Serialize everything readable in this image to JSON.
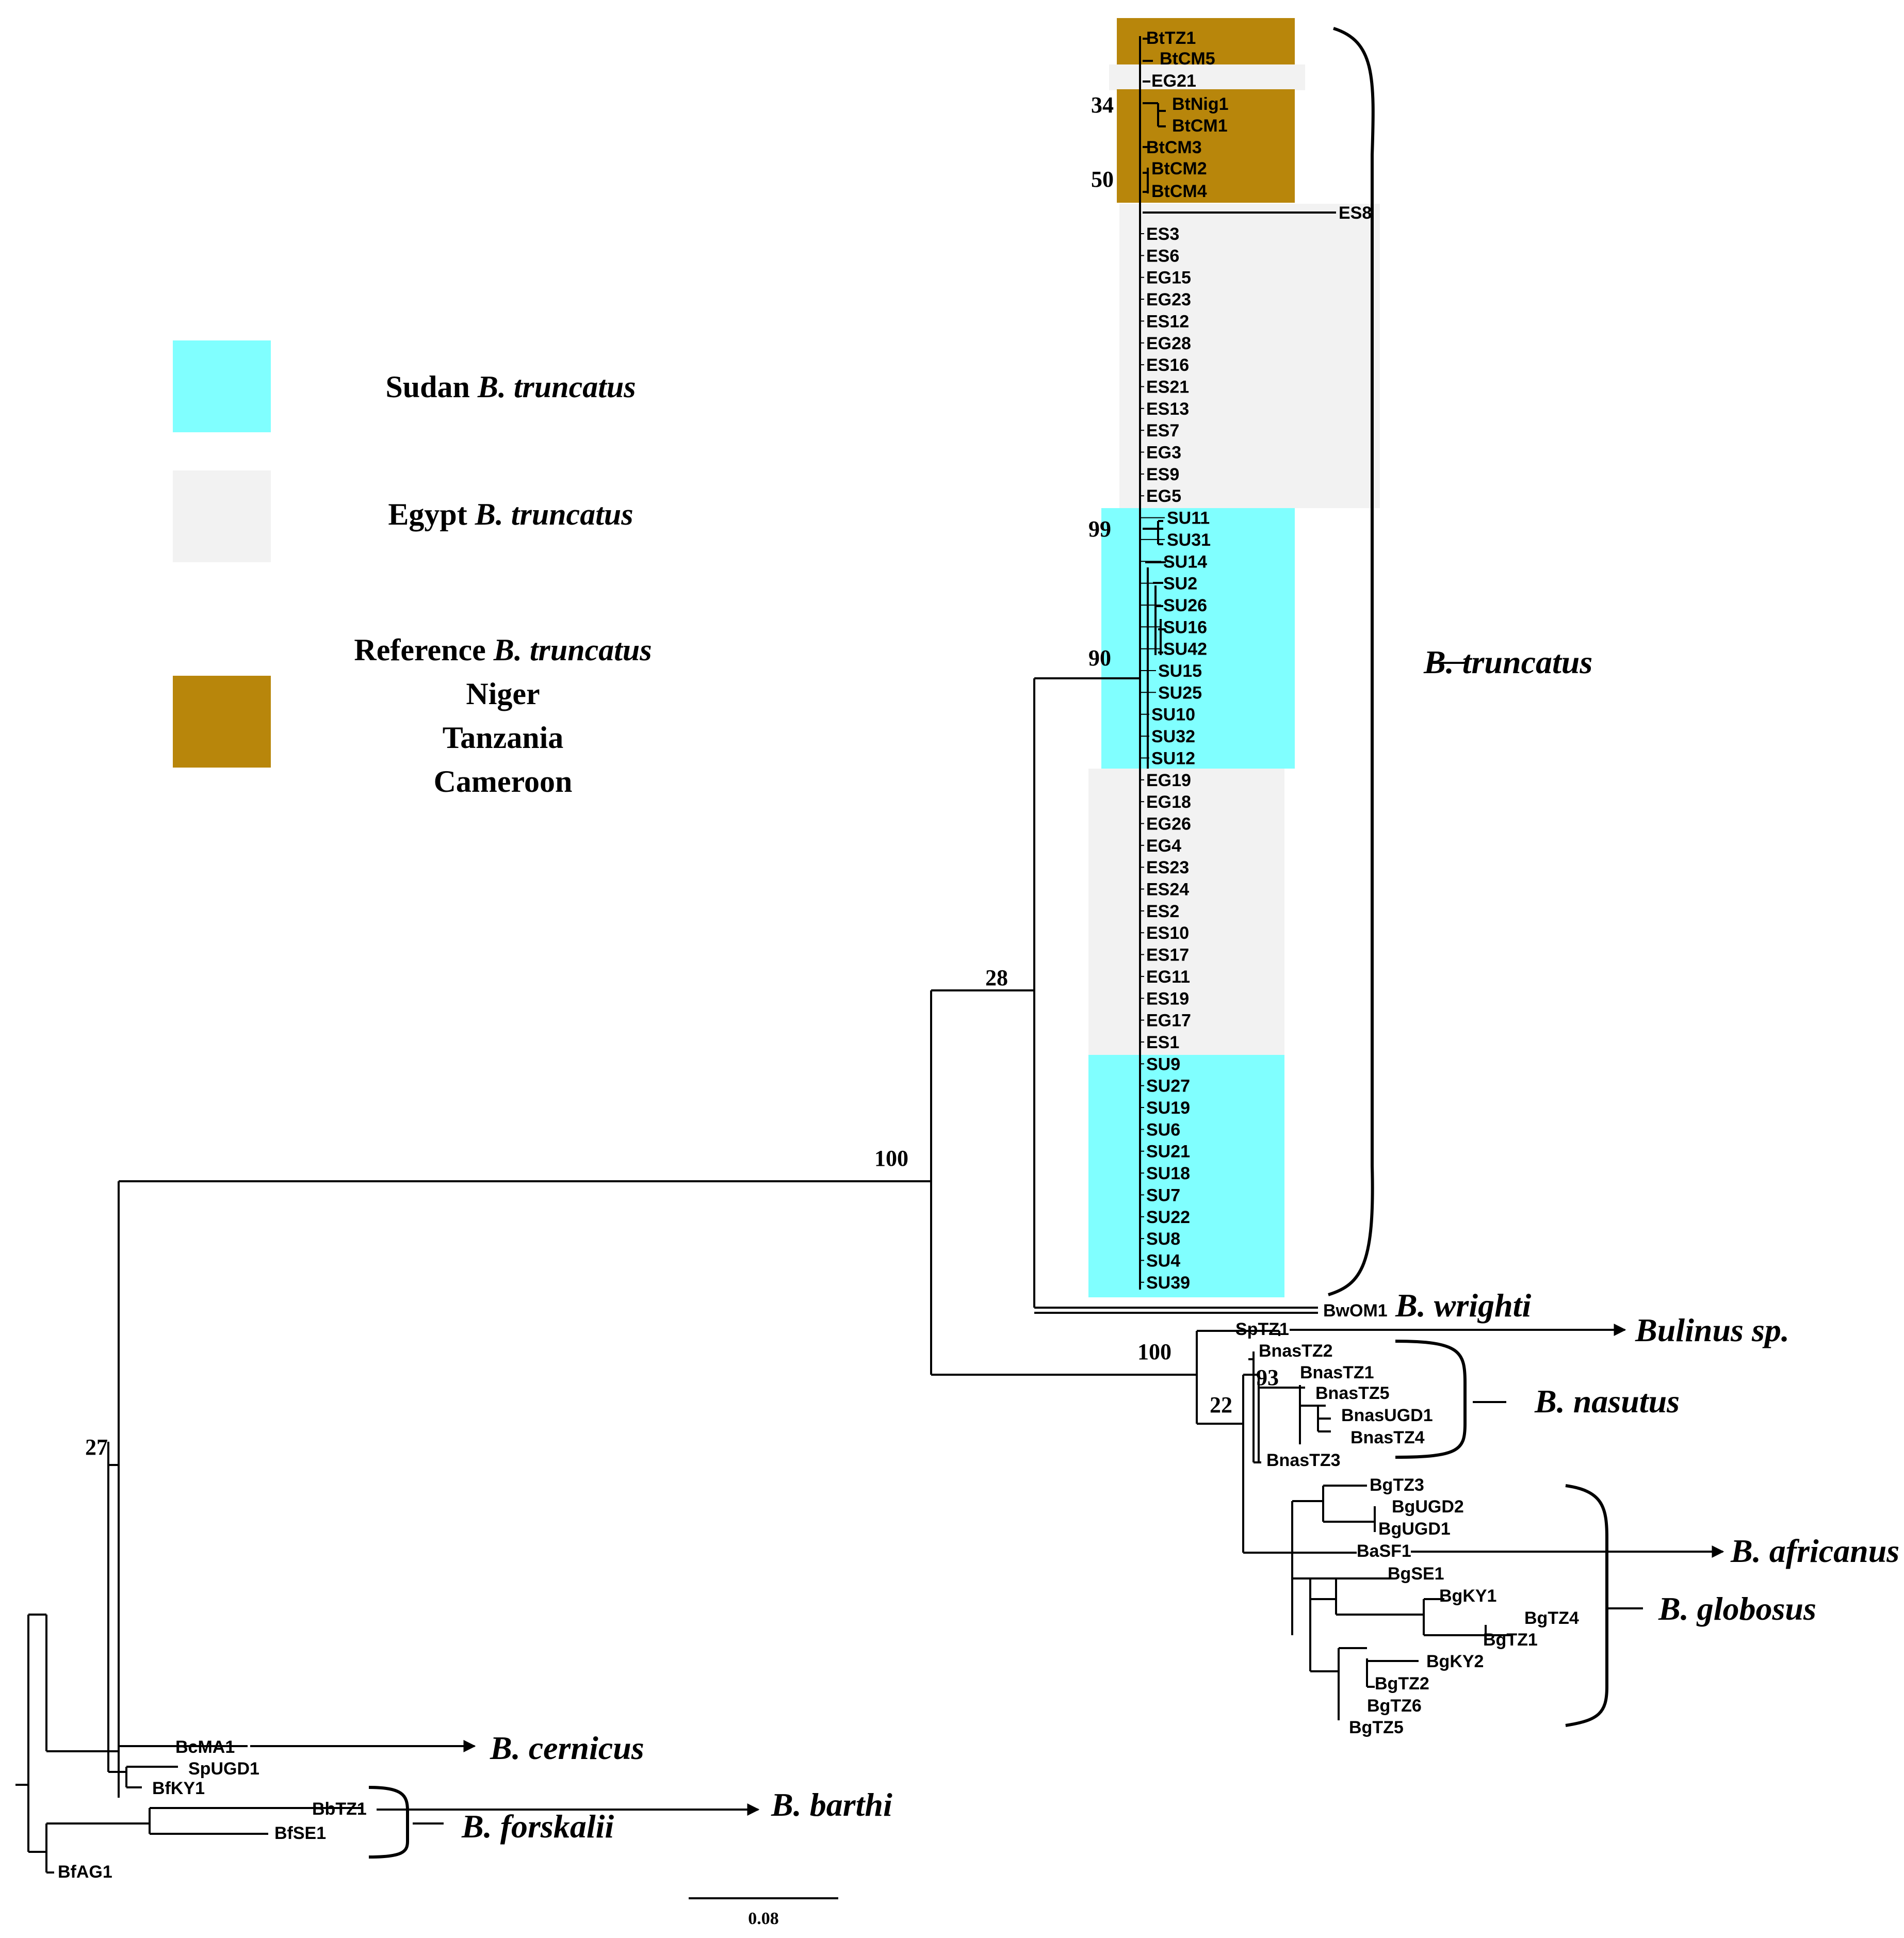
{
  "colors": {
    "sudan": "#80FFFF",
    "egypt": "#F2F2F2",
    "reference": "#B8860B"
  },
  "legend": {
    "sudan": {
      "prefix": "Sudan ",
      "italic": "B. truncatus"
    },
    "egypt": {
      "prefix": "Egypt ",
      "italic": "B. truncatus"
    },
    "reference": {
      "prefix": "Reference ",
      "italic": "B. truncatus",
      "countries": [
        "Niger",
        "Tanzania",
        "Cameroon"
      ]
    }
  },
  "truncatus_leaves": [
    "BtTZ1",
    "BtCM5",
    "EG21",
    "BtNig1",
    "BtCM1",
    "BtCM3",
    "BtCM2",
    "BtCM4",
    "ES8",
    "ES3",
    "ES6",
    "EG15",
    "EG23",
    "ES12",
    "EG28",
    "ES16",
    "ES21",
    "ES13",
    "ES7",
    "EG3",
    "ES9",
    "EG5",
    "SU11",
    "SU31",
    "SU14",
    "SU2",
    "SU26",
    "SU16",
    "SU42",
    "SU15",
    "SU25",
    "SU10",
    "SU32",
    "SU12",
    "EG19",
    "EG18",
    "EG26",
    "EG4",
    "ES23",
    "ES24",
    "ES2",
    "ES10",
    "ES17",
    "EG11",
    "ES19",
    "EG17",
    "ES1",
    "SU9",
    "SU27",
    "SU19",
    "SU6",
    "SU21",
    "SU18",
    "SU7",
    "SU22",
    "SU8",
    "SU4",
    "SU39"
  ],
  "outgroup_leaves": {
    "wrighti": "BwOM1",
    "sp": "SpTZ1",
    "nasutus": [
      "BnasTZ2",
      "BnasTZ1",
      "BnasTZ5",
      "BnasUGD1",
      "BnasTZ4",
      "BnasTZ3"
    ],
    "globosus": [
      "BgTZ3",
      "BgUGD2",
      "BgUGD1",
      "BaSF1",
      "BgSE1",
      "BgKY1",
      "BgTZ4",
      "BgTZ1",
      "BgKY2",
      "BgTZ2",
      "BgTZ6",
      "BgTZ5"
    ],
    "basal": [
      "BcMA1",
      "SpUGD1",
      "BfKY1",
      "BbTZ1",
      "BfSE1",
      "BfAG1"
    ]
  },
  "bootstrap": [
    "34",
    "50",
    "99",
    "90",
    "28",
    "100",
    "100",
    "93",
    "22",
    "27"
  ],
  "species": {
    "truncatus": "B. truncatus",
    "wrighti": "B. wrighti",
    "bulinus": "Bulinus sp.",
    "nasutus": "B. nasutus",
    "africanus": "B. africanus",
    "globosus": "B. globosus",
    "cernicus": "B. cernicus",
    "barthi": "B. barthi",
    "forskalii": "B. forskalii"
  },
  "scale_bar": "0.08"
}
